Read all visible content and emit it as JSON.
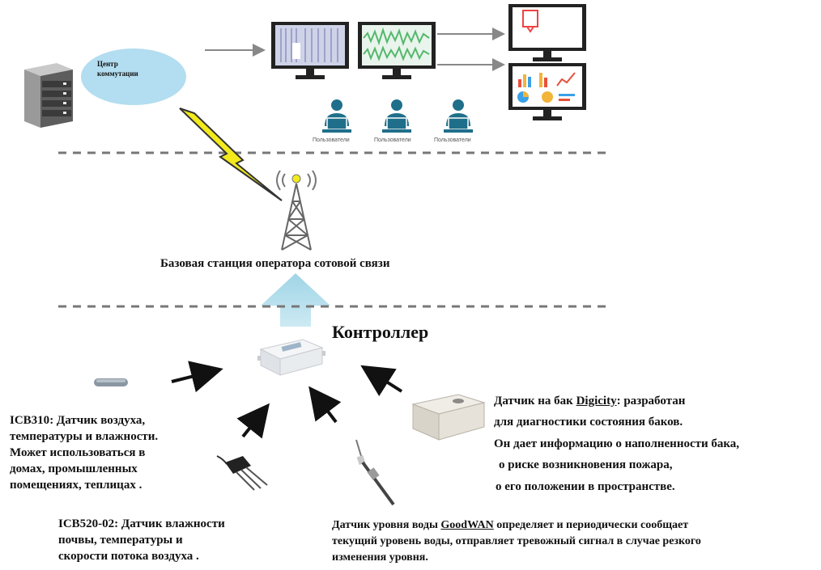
{
  "commutation_center": {
    "label_line1": "Центр",
    "label_line2": "коммутации"
  },
  "users": {
    "label": "Пользователи"
  },
  "base_station": {
    "label": "Базовая станция оператора сотовой связи"
  },
  "controller": {
    "label": "Контроллер"
  },
  "icb310": {
    "name": "ICB310",
    "line1_rest": ": Датчик воздуха,",
    "line2": "температуры и влажности.",
    "line3": "Может использоваться в",
    "line4": "домах, промышленных",
    "line5": "помещениях, теплицах ."
  },
  "icb520": {
    "name": "ICB520-02",
    "line1_rest": ": Датчик влажности",
    "line2": "почвы, температуры и",
    "line3": "скорости потока воздуха ."
  },
  "digicity": {
    "line1_pre": "Датчик на бак ",
    "brand": "Digicity",
    "line1_post": ": разработан",
    "line2": "для диагностики состояния  баков.",
    "line3": "Он дает информацию о наполненности бака,",
    "line4": "о риске   возникновения пожара,",
    "line5": "о его положении в пространстве."
  },
  "goodwan": {
    "line1_pre": "Датчик уровня воды ",
    "brand": "GoodWAN",
    "line1_post": " определяет и периодически сообщает",
    "line2": "текущий уровень воды, отправляет тревожный сигнал в случае резкого",
    "line3": "изменения уровня."
  },
  "colors": {
    "ellipse": "#b3ddf0",
    "user_icon": "#1f6f8b",
    "lightning": "#f2ea1c",
    "up_arrow_top": "#9fd4e6",
    "up_arrow_bottom": "#cdeaf3",
    "dashed": "#777777"
  }
}
